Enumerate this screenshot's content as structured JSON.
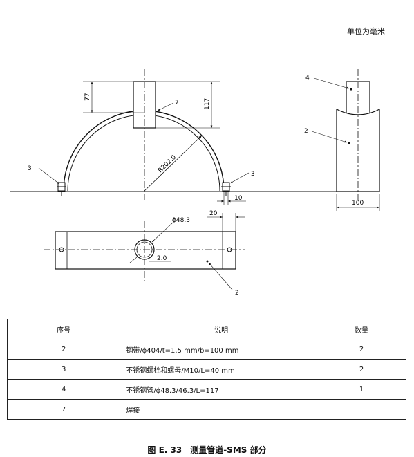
{
  "unit_note": "单位为毫米",
  "drawing": {
    "callouts": [
      "3",
      "7",
      "3",
      "2",
      "4",
      "2"
    ],
    "dimensions": {
      "d77": "77",
      "d117": "117",
      "radius": "R202.0",
      "d10": "10",
      "d20": "20",
      "pipe_dia": "ϕ48.3",
      "wall": "2.0",
      "width100": "100"
    }
  },
  "table": {
    "headers": [
      "序号",
      "说明",
      "数量"
    ],
    "rows": [
      {
        "no": "2",
        "desc": "钢带/ϕ404/t=1.5 mm/b=100 mm",
        "qty": "2"
      },
      {
        "no": "3",
        "desc": "不锈钢螺栓和螺母/M10/L=40 mm",
        "qty": "2"
      },
      {
        "no": "4",
        "desc": "不锈钢管/ϕ48.3/46.3/L=117",
        "qty": "1"
      },
      {
        "no": "7",
        "desc": "焊接",
        "qty": ""
      }
    ]
  },
  "caption": {
    "figure_no": "图 E. 33",
    "title": "测量管道-SMS 部分"
  }
}
